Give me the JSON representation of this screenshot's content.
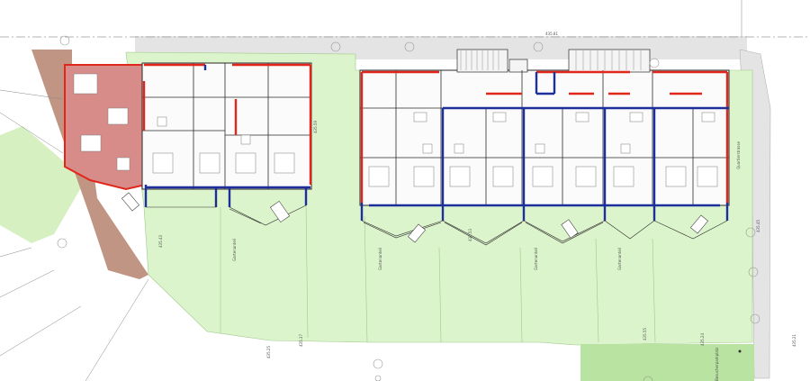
{
  "colors": {
    "background": "#ffffff",
    "lawn": "#dcf4cc",
    "lawn_dark": "#b9e3a0",
    "road": "#e4e4e4",
    "neighbor_fill": "#d88c8a",
    "neighbor_brown": "#c19583",
    "wall_red": "#e1261c",
    "wall_blue": "#1d2f9c",
    "wall_black": "#2a2a2a",
    "furniture": "#7a7a7a"
  },
  "labels": {
    "road_level": "435.81",
    "level_a": "435.43",
    "level_b": "435.59",
    "level_c": "435.25",
    "level_d": "435.37",
    "level_e": "435.53",
    "level_f": "435.55",
    "level_g": "435.24",
    "level_h": "435.45",
    "level_i": "435.21",
    "garden_tag": "Gartenanteil",
    "street_tag": "Quartierstrasse",
    "parking_tag": "Besucherparkplatz"
  }
}
